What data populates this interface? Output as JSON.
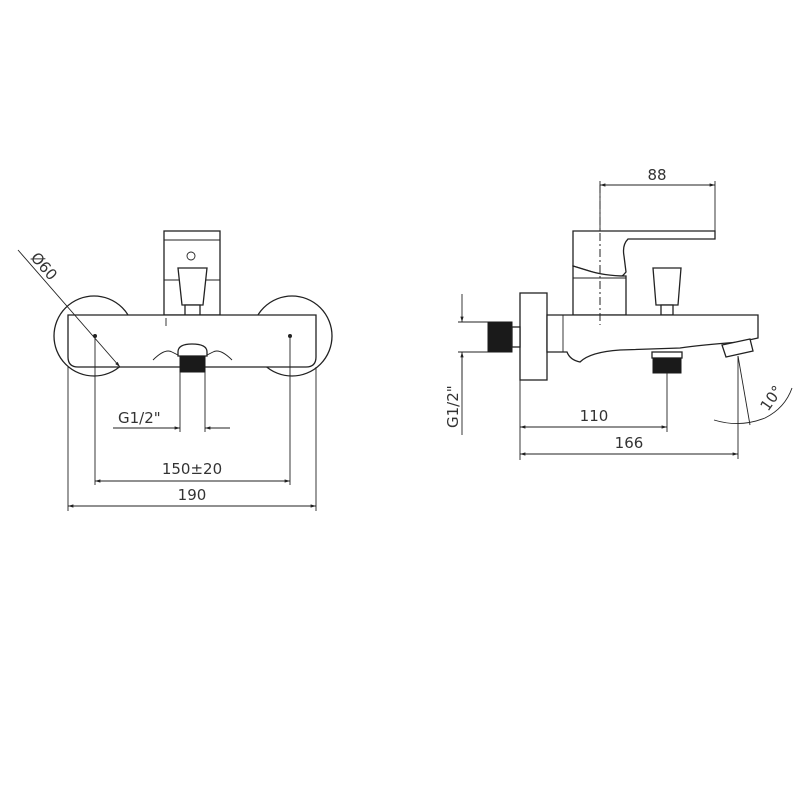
{
  "front_view": {
    "diameter_label": "Ø60",
    "thread_label": "G1/2\"",
    "centers_label": "150±20",
    "width_label": "190"
  },
  "side_view": {
    "lever_label": "88",
    "thread_label": "G1/2\"",
    "outlet_label": "110",
    "depth_label": "166",
    "angle_label": "10°"
  }
}
